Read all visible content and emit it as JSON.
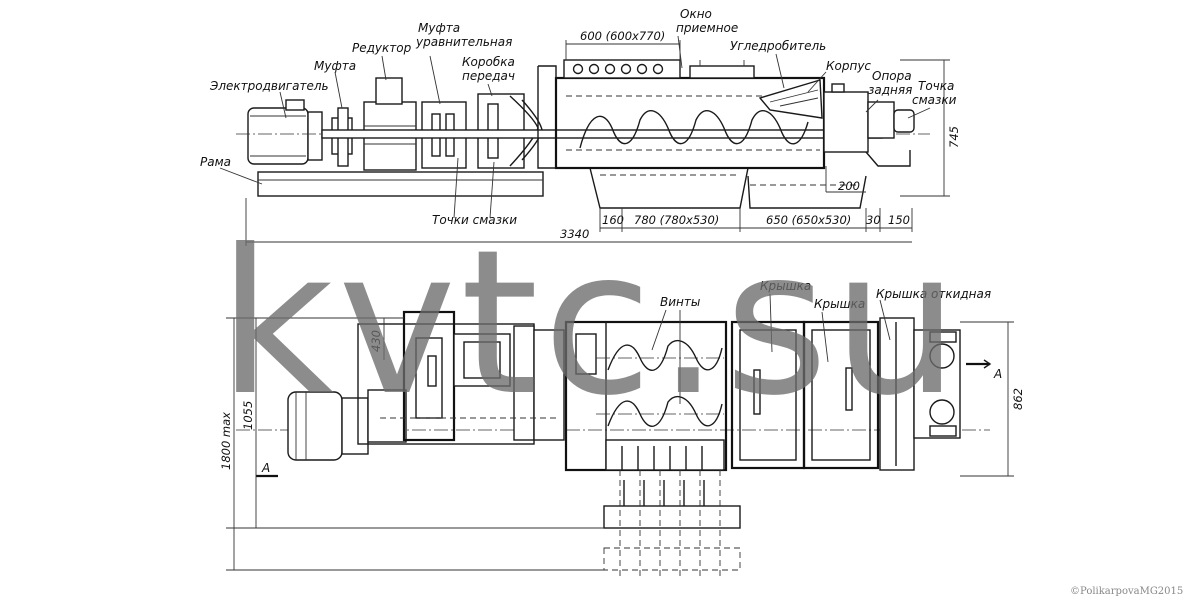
{
  "labels": {
    "motor": "Электродвигатель",
    "coupling": "Муфта",
    "reducer": "Редуктор",
    "coupling_eq_1": "Муфта",
    "coupling_eq_2": "уравнительная",
    "gearbox_1": "Коробка",
    "gearbox_2": "передач",
    "window_1": "Окно",
    "window_2": "приемное",
    "compactor": "Угледробитель",
    "housing": "Корпус",
    "support_1": "Опора",
    "support_2": "задняя",
    "lube_point_1": "Точка",
    "lube_point_2": "смазки",
    "frame": "Рама",
    "lube_points": "Точки смазки",
    "screws": "Винты",
    "cover_1": "Крышка",
    "cover_2": "Крышка",
    "cover_hinged": "Крышка откидная",
    "section": "A"
  },
  "dimensions": {
    "window": "600 (600x770)",
    "height": "745",
    "d200": "200",
    "d160": "160",
    "d780": "780 (780x530)",
    "d650": "650 (650x530)",
    "d30": "30",
    "d150": "150",
    "total_length": "3340",
    "d430": "430",
    "d1055": "1055",
    "d1800": "1800 max",
    "d862": "862"
  },
  "watermark": "kvtc.su",
  "copyright": "©PolikarpovaMG2015"
}
